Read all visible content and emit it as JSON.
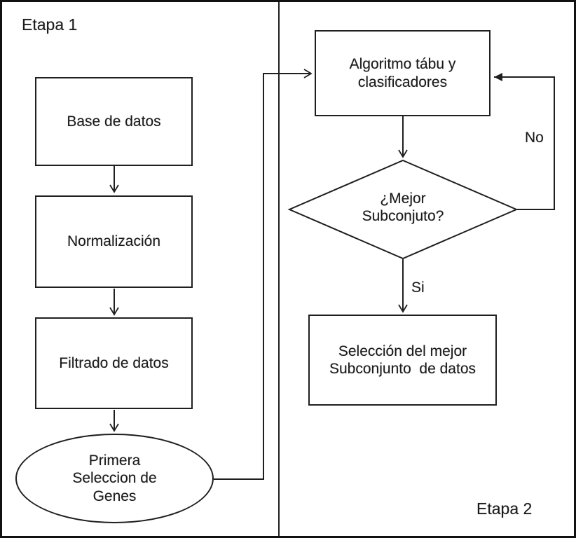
{
  "stage1": {
    "label": "Etapa 1"
  },
  "stage2": {
    "label": "Etapa 2"
  },
  "nodes": {
    "base": {
      "label": "Base de datos",
      "shape": "rectangle"
    },
    "normalizacion": {
      "label": "Normalización",
      "shape": "rectangle"
    },
    "filtrado": {
      "label": "Filtrado de datos",
      "shape": "rectangle"
    },
    "primera_seleccion": {
      "lines": [
        "Primera",
        "Seleccion de",
        "Genes"
      ],
      "shape": "ellipse"
    },
    "algoritmo": {
      "lines": [
        "Algoritmo tábu y",
        "clasificadores"
      ],
      "shape": "rectangle"
    },
    "decision": {
      "lines": [
        "¿Mejor",
        "Subconjuto?"
      ],
      "shape": "diamond"
    },
    "seleccion_final": {
      "lines": [
        "Selección del mejor",
        "Subconjunto  de datos"
      ],
      "shape": "rectangle"
    }
  },
  "edges": {
    "yes_label": "Si",
    "no_label": "No"
  },
  "colors": {
    "line": "#1f1f1f",
    "background": "#ffffff",
    "text": "#1a1a1a"
  }
}
